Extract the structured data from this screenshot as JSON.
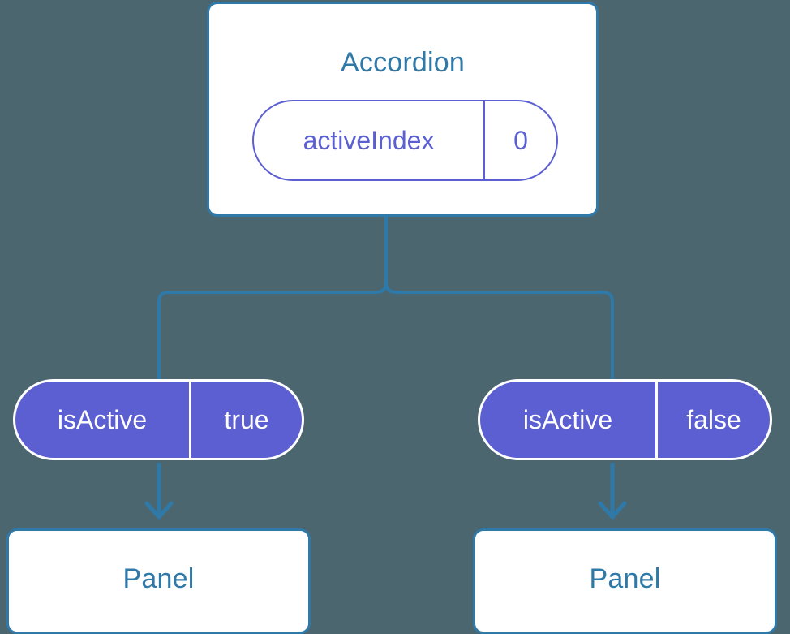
{
  "diagram": {
    "type": "component-tree",
    "background_color": "#4c6670",
    "accent_color": "#2f79a8",
    "prop_color": "#5b5fd1",
    "root": {
      "title": "Accordion",
      "state_badge": {
        "key": "activeIndex",
        "value": "0"
      }
    },
    "children": [
      {
        "prop_badge": {
          "key": "isActive",
          "value": "true"
        },
        "title": "Panel"
      },
      {
        "prop_badge": {
          "key": "isActive",
          "value": "false"
        },
        "title": "Panel"
      }
    ],
    "edges": {
      "root_to_split": "vertical-line",
      "split_to_children": "rounded-elbow-branch",
      "badge_to_panel": "down-arrow"
    }
  }
}
